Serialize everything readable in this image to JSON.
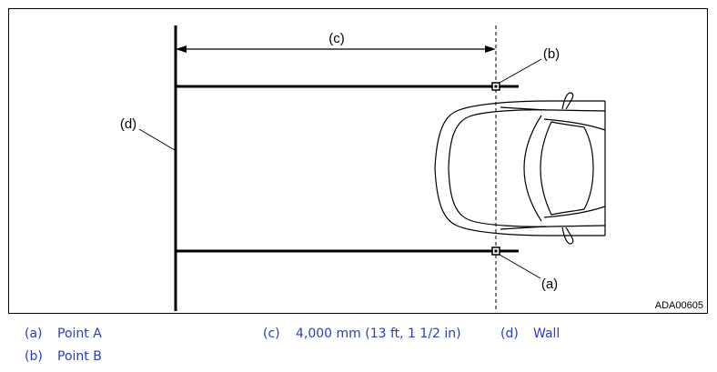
{
  "diagram": {
    "callouts": {
      "a": "(a)",
      "b": "(b)",
      "c": "(c)",
      "d": "(d)"
    },
    "figure_id": "ADA00605"
  },
  "legend": {
    "items": [
      {
        "key": "(a)",
        "label": "Point A"
      },
      {
        "key": "(b)",
        "label": "Point B"
      },
      {
        "key": "(c)",
        "label": "4,000 mm (13 ft, 1 1/2 in)"
      },
      {
        "key": "(d)",
        "label": "Wall"
      }
    ]
  },
  "colors": {
    "legend_text": "#2b3cc4",
    "line": "#000000"
  }
}
